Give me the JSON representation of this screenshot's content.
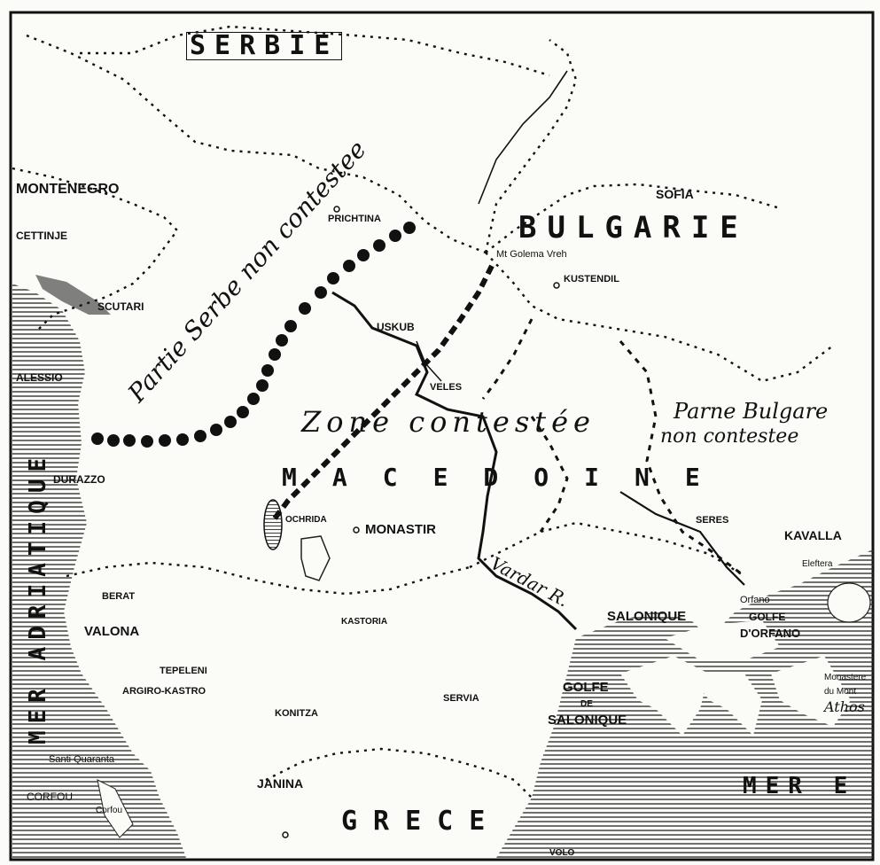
{
  "countries": {
    "serbie": "SERBIE",
    "bulgarie": "BULGARIE",
    "macedoine": "MACEDOINE",
    "grece": "GRECE",
    "montenegro": "MONTENEGRO"
  },
  "seas": {
    "adriatique": "MER ADRIATIQUE",
    "mer_e": "MER E",
    "golfe_salonique_1": "GOLFE",
    "golfe_salonique_2": "DE",
    "golfe_salonique_3": "SALONIQUE",
    "golfe_orfano_1": "GOLFE",
    "golfe_orfano_2": "D'ORFANO"
  },
  "annotations": {
    "partie_serbe": "Partie Serbe non contestee",
    "zone_contestee": "Zone contestée",
    "partie_bulgare_1": "Parne Bulgare",
    "partie_bulgare_2": "non contestee",
    "vardar": "Vardar R."
  },
  "towns": {
    "cettinje": "CETTINJE",
    "scutari": "SCUTARI",
    "alessio": "ALESSIO",
    "durazzo": "DURAZZO",
    "prichtina": "PRICHTINA",
    "golema_vreh": "Mt Golema Vreh",
    "sofia": "SOFIA",
    "kustendil": "KUSTENDIL",
    "uskub": "USKUB",
    "veles": "VELES",
    "ochrida": "OCHRIDA",
    "monastir": "MONASTIR",
    "seres": "SERES",
    "kavalla": "KAVALLA",
    "berat": "BERAT",
    "valona": "VALONA",
    "kastoria": "KASTORIA",
    "salonique": "SALONIQUE",
    "tepeleni": "TEPELENI",
    "argirokastro": "ARGIRO-KASTRO",
    "konitza": "KONITZA",
    "servia": "SERVIA",
    "janina": "JANINA",
    "corfou": "CORFOU",
    "corfou_small": "Corfou",
    "santi_quaranta": "Santi Quaranta",
    "volo": "VOLO",
    "mont_athos_1": "Monastere",
    "mont_athos_2": "du Mont",
    "mont_athos_3": "Athos",
    "eleftera": "Eleftera",
    "orfano": "Orfano"
  }
}
